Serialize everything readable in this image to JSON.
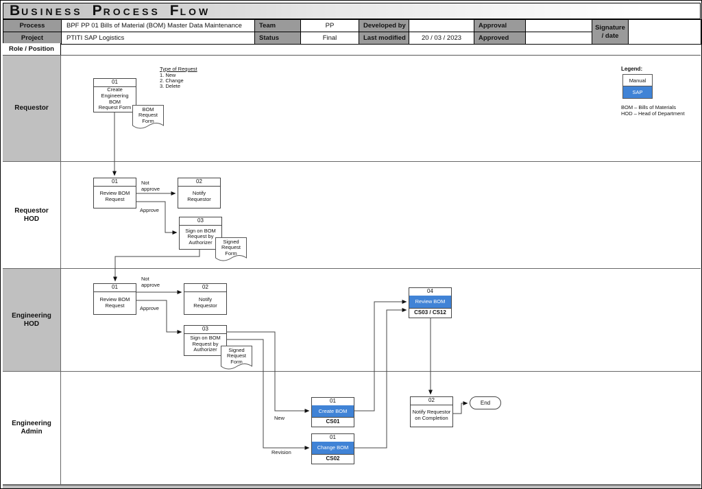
{
  "title": {
    "b1": "B",
    "r1": "USINESS",
    "b2": "P",
    "r2": "ROCESS",
    "b3": "F",
    "r3": "LOW"
  },
  "header": {
    "role_position": "Role / Position",
    "signature": {
      "t": "Signature\n/ date",
      "v": ""
    },
    "rows": [
      {
        "cells": [
          {
            "t": "Process",
            "v": "BPF PP 01 Bills of Material (BOM) Master Data Maintenance"
          },
          {
            "t": "Team",
            "v": "PP"
          },
          {
            "t": "Developed by",
            "v": ""
          },
          {
            "t": "Approval",
            "v": ""
          }
        ]
      },
      {
        "cells": [
          {
            "t": "Project",
            "v": "PTITI SAP Logistics"
          },
          {
            "t": "Status",
            "v": "Final"
          },
          {
            "t": "Last modified",
            "v": "20 / 03 / 2023"
          },
          {
            "t": "Approved",
            "v": ""
          }
        ]
      }
    ]
  },
  "lanes": [
    {
      "label": "Requestor"
    },
    {
      "label": "Requestor\nHOD"
    },
    {
      "label": "Engineering\nHOD"
    },
    {
      "label": "Engineering\nAdmin"
    }
  ],
  "legend": {
    "title": "Legend:",
    "manual": "Manual",
    "sap": "SAP",
    "abbr1": "BOM – Bills of Materials",
    "abbr2": "HOD – Head of Department"
  },
  "notes": {
    "title": "Type of Request",
    "items": [
      "1. New",
      "2. Change",
      "3. Delete"
    ]
  },
  "boxes": {
    "r1": {
      "num": "01",
      "text": "Create\nEngineering BOM\nRequest Form"
    },
    "rh1": {
      "num": "01",
      "text": "Review BOM\nRequest"
    },
    "rh2": {
      "num": "02",
      "text": "Notify\nRequestor"
    },
    "rh3": {
      "num": "03",
      "text": "Sign on BOM\nRequest by\nAuthorizer"
    },
    "eh1": {
      "num": "01",
      "text": "Review BOM\nRequest"
    },
    "eh2": {
      "num": "02",
      "text": "Notify\nRequestor"
    },
    "eh3": {
      "num": "03",
      "text": "Sign on BOM\nRequest by\nAuthorizer"
    },
    "eh4": {
      "num": "04",
      "text": "Review BOM",
      "code": "CS03 / CS12"
    },
    "ea1": {
      "num": "01",
      "text": "Create BOM",
      "code": "CS01"
    },
    "ea2": {
      "num": "01",
      "text": "Change BOM",
      "code": "CS02"
    },
    "ea3": {
      "num": "02",
      "text": "Notify Requestor\non Completion"
    },
    "end": {
      "text": "End"
    }
  },
  "docs": {
    "d1": "BOM\nRequest\nForm",
    "d2": "Signed\nRequest\nForm",
    "d3": "Signed\nRequest\nForm"
  },
  "edge_labels": {
    "not_approve": "Not\napprove",
    "approve": "Approve",
    "new": "New",
    "revision": "Revision"
  },
  "colors": {
    "sap_blue": "#4083d6",
    "lane_gray": "#c0c0c0",
    "header_label_gray": "#9a9a9a"
  }
}
